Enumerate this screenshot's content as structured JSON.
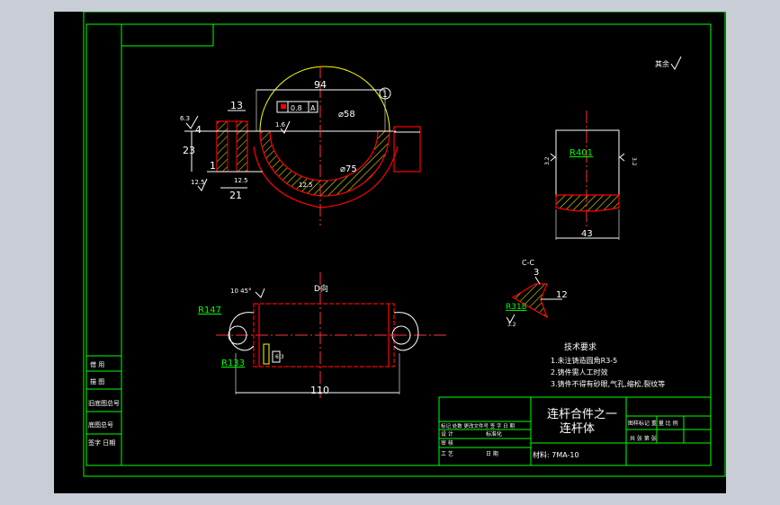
{
  "colors": {
    "background": "#000000",
    "frame": "#00ff00",
    "outline": "#ffffff",
    "section": "#ff0000",
    "hatch": "#ffff00",
    "centerline": "#ff3333",
    "dimension": "#ffffff",
    "label": "#00ff00",
    "title_text": "#ffffff"
  },
  "drawing": {
    "roughness_note": "其余",
    "top_view": {
      "dim_width": "94",
      "dim_offset": "13",
      "dim_height": "23",
      "dim_small": "1",
      "dim_bottom": "21",
      "dim_left": "4",
      "bore_dia": "⌀58",
      "outer_dia": "⌀75",
      "balloon": "1",
      "tolerance_value": "0.8",
      "tolerance_datum": "A",
      "roughness_1": "6.3",
      "roughness_2": "1.6",
      "roughness_3": "12.5",
      "roughness_4": "12.5",
      "roughness_5": "12.5"
    },
    "side_view": {
      "radius_label": "R401",
      "dim_width": "43",
      "roughness_left": "3.2",
      "roughness_right": "3.2"
    },
    "detail_view": {
      "label": "C-C",
      "dim_top": "3",
      "dim_right": "12",
      "radius_label": "R318",
      "roughness": "3.2"
    },
    "front_view": {
      "section_label": "D向",
      "dim_length": "110",
      "radius_left": "R147",
      "radius_bottom": "R133",
      "surface_note": "10 45°",
      "roughness": "6.3"
    },
    "tech_requirements": {
      "title": "技术要求",
      "items": [
        "1.未注铸造圆角R3-5",
        "2.铸件需人工时效",
        "3.铸件不得有砂眼,气孔,缩松,裂纹等"
      ]
    },
    "side_strip": [
      "借 用",
      "描 图",
      "旧底图总号",
      "底图总号",
      "签字 日期"
    ],
    "title_block": {
      "title_line1": "连杆合件之一",
      "title_line2": "连杆体",
      "material": "材料: 7MA-10",
      "left_row1": "标记 处数 更改文件号 签 字 日 期",
      "left_row2a": "设 计",
      "left_row2b": "标准化",
      "left_row3a": "审 核",
      "left_row4a": "工 艺",
      "left_row4b": "日 期",
      "right_head": "图样标记 重 量 比 例",
      "right_sub": "共 张 第 张"
    }
  }
}
